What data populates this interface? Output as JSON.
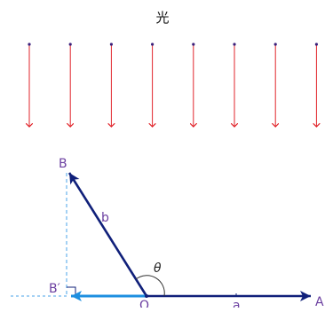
{
  "title": "光",
  "labels": {
    "point_a": "A",
    "point_b": "B",
    "point_b_prime": "B′",
    "point_o": "O",
    "vector_a": "a",
    "vector_b": "b",
    "angle": "θ"
  },
  "diagram": {
    "light_ray_count": 8,
    "colors": {
      "light_ray": "#e1252b",
      "ray_origin_dot": "#3a1f7a",
      "vector": "#10207a",
      "projection": "#1e8fe0",
      "dashed_helper": "#4aa3e8",
      "label": "#6b3fa0",
      "angle_arc": "#333333"
    }
  }
}
